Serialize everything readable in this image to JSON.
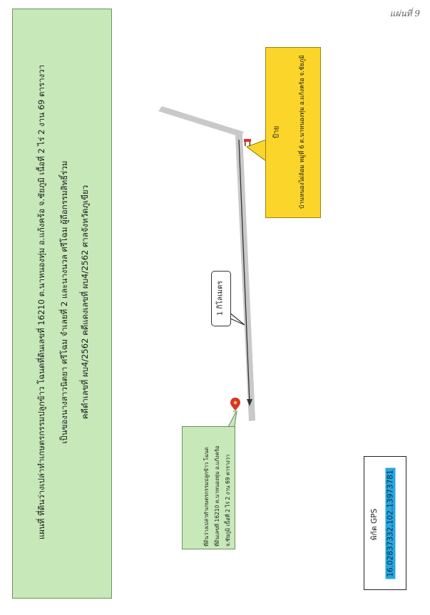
{
  "title": {
    "line1": "แผนที่ ที่ดินว่างเปล่าทำเกษตรกรรมปลูกข้าว โฉนดที่ดินเลขที่ 16210 ต.นาหนองทุ่ม อ.แก้งคร้อ จ.ชัยภูมิ เนื้อที่ 2 ไร่ 2 งาน 69 ตารางวา",
    "line2": "เป็นของนางสาวนิตยา ศรีโฉม จำเลยที่ 2 และนางนวล ศรีโฉม ผู้ถือกรรมสิทธิ์ร่วม",
    "line3": "คดีดำเลขที่ ผบ4/2562 คดีแดงเลขที่ ผบ4/2562 ศาลจังหวัดภูเขียว"
  },
  "sheet_note": "แผ่นที่ 9",
  "yellow_callout": {
    "line1": "ป้าย",
    "line2": "บ้านหนองไผ่ล้อม หมู่ที่ 6 ต.นาหนองทุ่ม อ.แก้งคร้อ จ.ชัยภูมิ"
  },
  "distance_label": "1 กิโลเมตร",
  "green_callout": {
    "line1": "ที่ดินว่างเปล่าทำเกษตรกรรมปลูกข้าว โฉนด",
    "line2": "ที่ดินเลขที่ 16210 ต.นาหนองทุ่ม อ.แก้งคร้อ",
    "line3": "จ.ชัยภูมิ เนื้อที่ 2 ไร่ 2 งาน 69 ตารางวา"
  },
  "gps": {
    "label": "พิกัด GPS",
    "value": "16.02837332,102.13973781"
  },
  "colors": {
    "title_fill": "#c7e8b9",
    "callout_yellow": "#fbd52a",
    "gps_highlight": "#29a6e0",
    "road": "#c9c9c9",
    "route_arrow": "#333333",
    "pin_red": "#d9342b"
  },
  "icons": {
    "sign_marker": "signpost-icon",
    "location_marker": "location-pin-icon"
  }
}
